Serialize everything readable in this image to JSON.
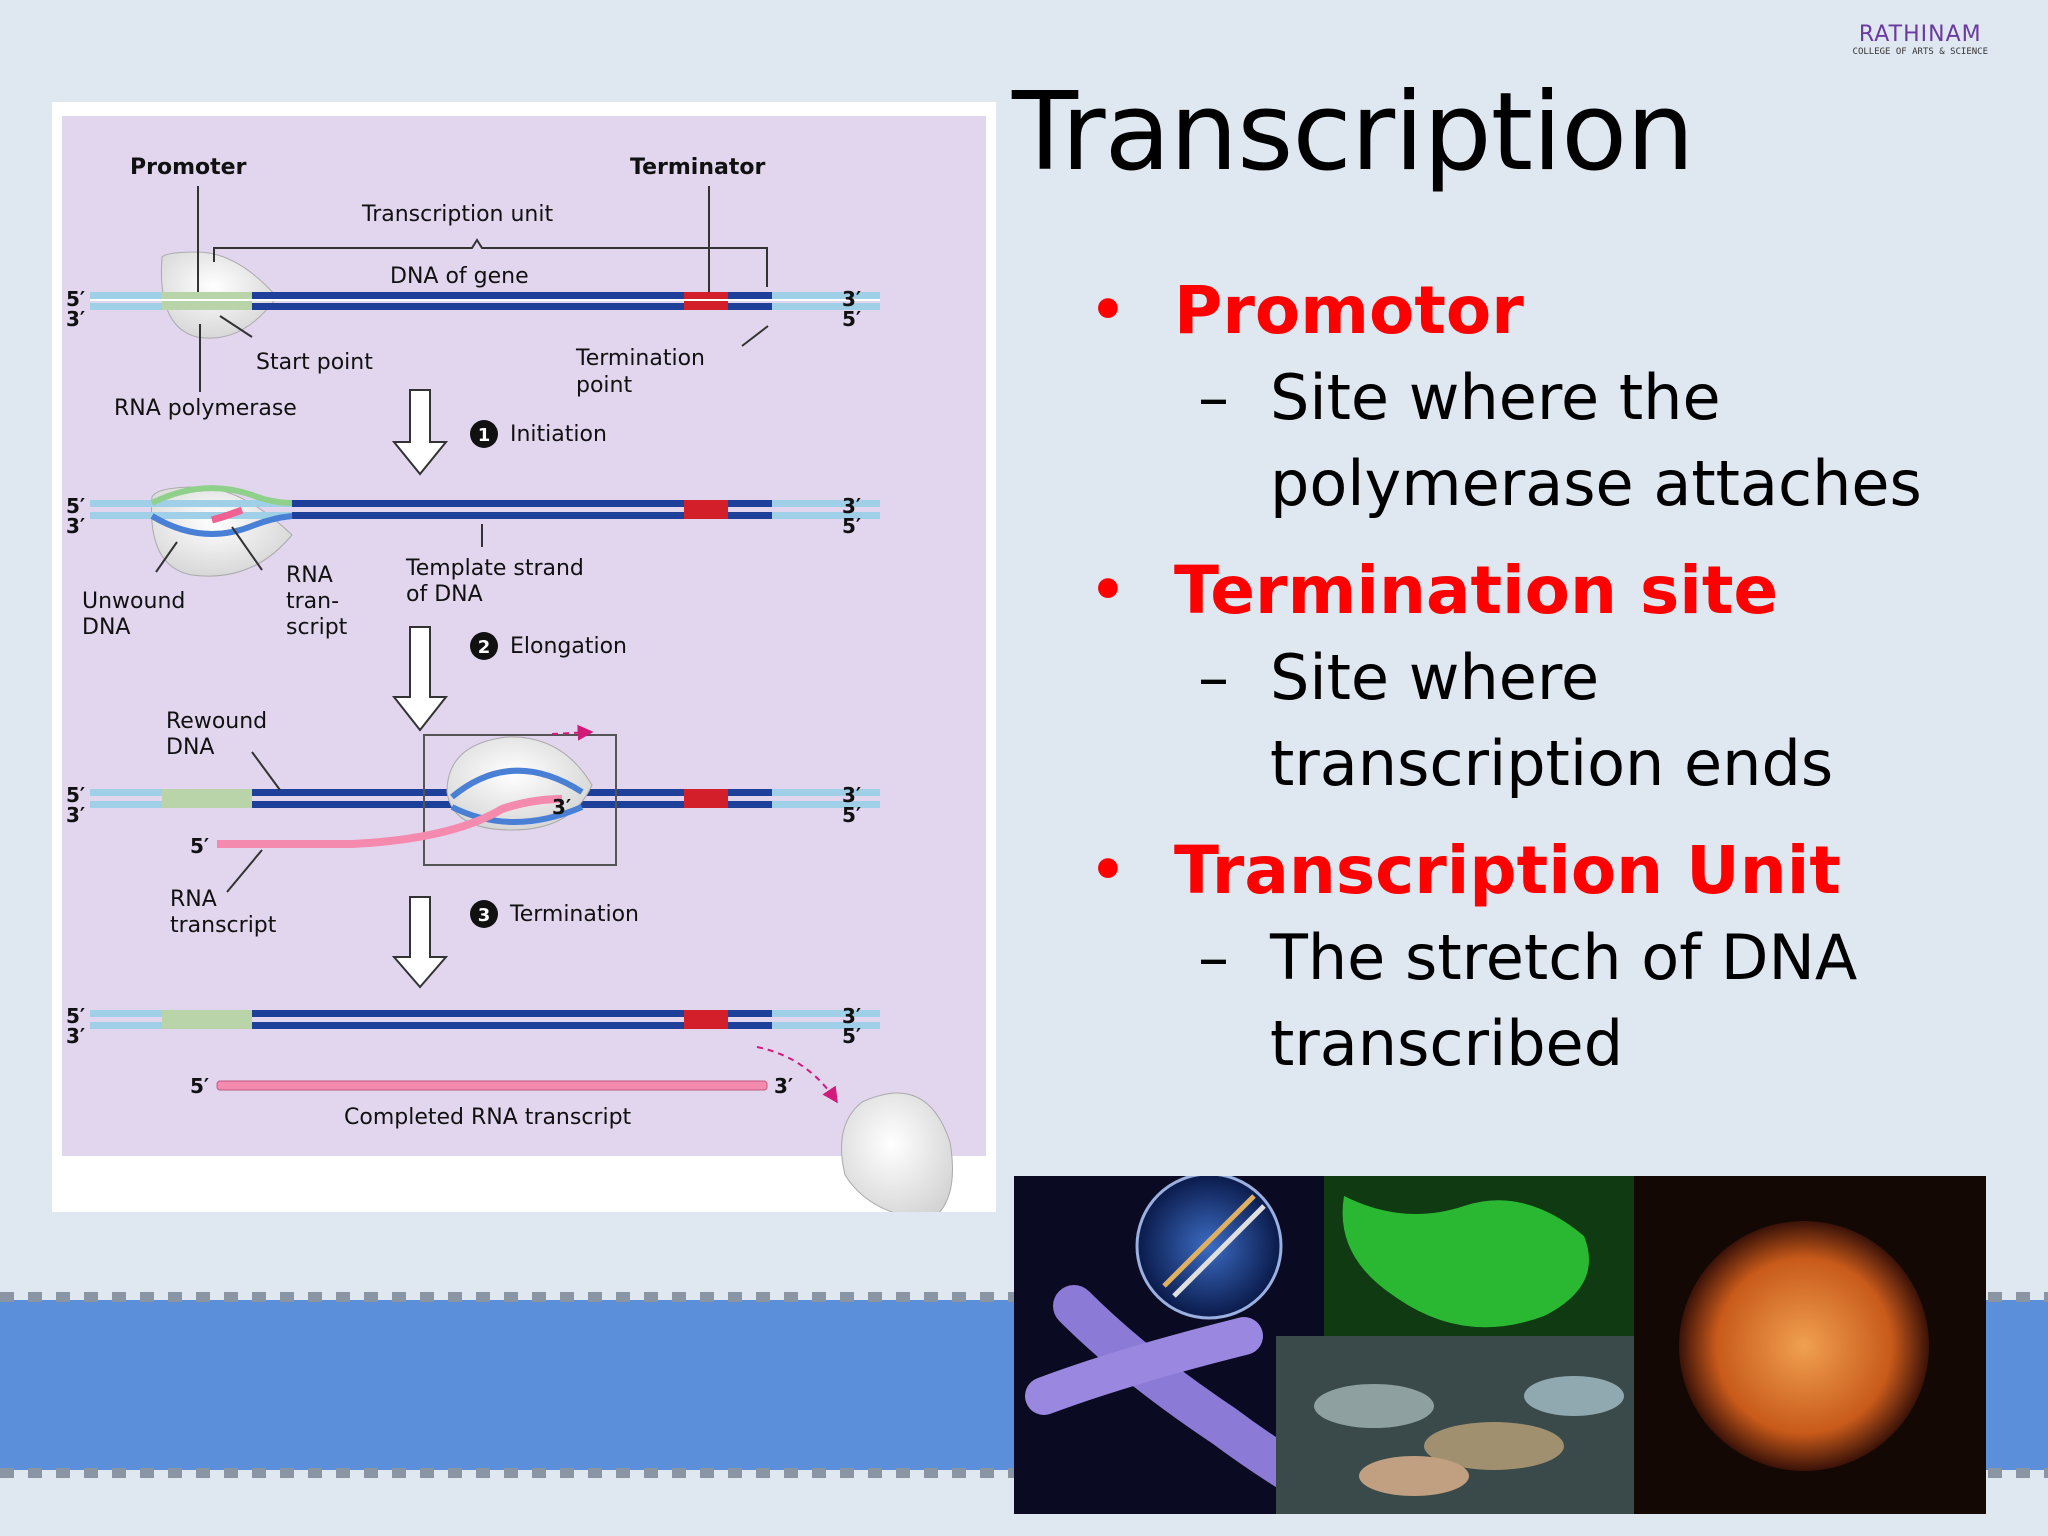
{
  "logo": {
    "name": "RATHINAM",
    "subtitle": "COLLEGE OF ARTS & SCIENCE"
  },
  "title": "Transcription",
  "bullets": [
    {
      "term": "Promotor",
      "sub": "Site where the polymerase attaches"
    },
    {
      "term": "Termination site",
      "sub": "Site where transcription ends"
    },
    {
      "term": "Transcription Unit",
      "sub": "The stretch of DNA transcribed"
    }
  ],
  "diagram": {
    "promoter": "Promoter",
    "terminator": "Terminator",
    "transcription_unit": "Transcription unit",
    "dna_of_gene": "DNA of gene",
    "start_point": "Start point",
    "termination_point_1": "Termination",
    "termination_point_2": "point",
    "rna_polymerase": "RNA polymerase",
    "step1_num": "1",
    "step1": "Initiation",
    "unwound_1": "Unwound",
    "unwound_2": "DNA",
    "rna_tran_1": "RNA",
    "rna_tran_2": "tran-",
    "rna_tran_3": "script",
    "template_1": "Template strand",
    "template_2": "of DNA",
    "step2_num": "2",
    "step2": "Elongation",
    "rewound_1": "Rewound",
    "rewound_2": "DNA",
    "rna_transcript_1": "RNA",
    "rna_transcript_2": "transcript",
    "step3_num": "3",
    "step3": "Termination",
    "completed": "Completed RNA transcript",
    "five_prime": "5′",
    "three_prime": "3′"
  }
}
